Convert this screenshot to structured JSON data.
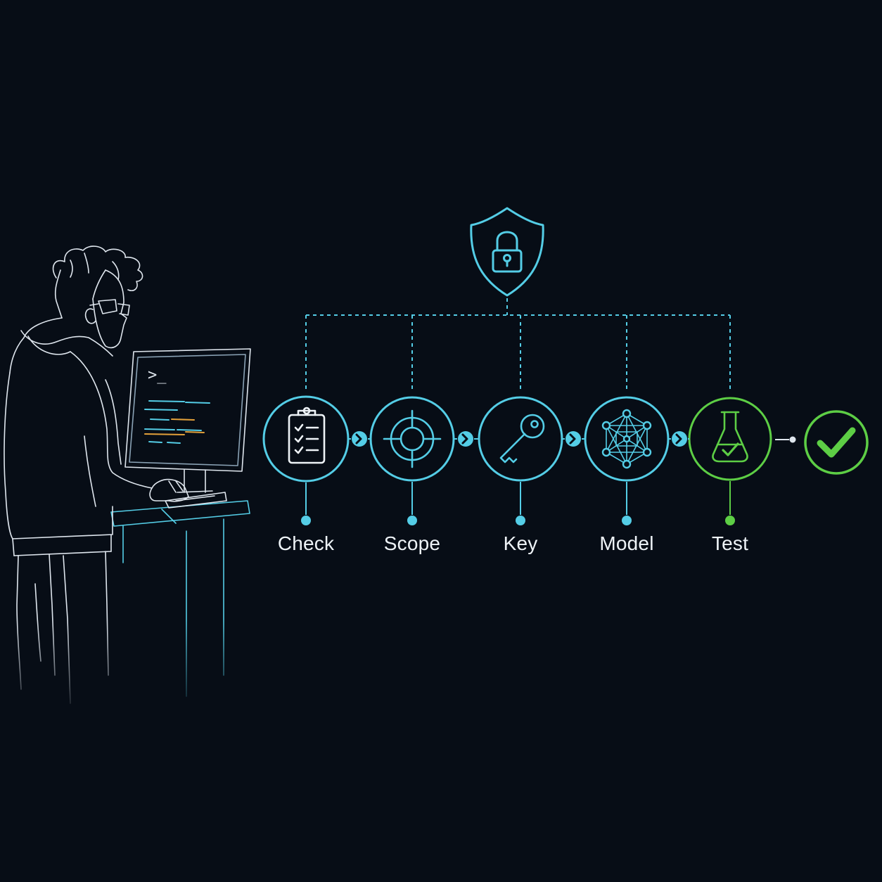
{
  "colors": {
    "background": "#070d16",
    "accent_cyan": "#54cde6",
    "accent_green": "#5dce45",
    "outline_white": "#dfe6ee",
    "code_orange": "#e2a03a",
    "label_text": "#eef3f7"
  },
  "header": {
    "icon": "shield-lock-icon"
  },
  "workstation": {
    "terminal_prompt": ">_",
    "icons": [
      "person-at-computer-illustration",
      "monitor-icon",
      "keyboard-icon"
    ]
  },
  "steps": [
    {
      "label": "Check",
      "icon": "clipboard-checklist-icon",
      "state": "active"
    },
    {
      "label": "Scope",
      "icon": "crosshair-target-icon",
      "state": "active"
    },
    {
      "label": "Key",
      "icon": "key-icon",
      "state": "active"
    },
    {
      "label": "Model",
      "icon": "network-graph-icon",
      "state": "active"
    },
    {
      "label": "Test",
      "icon": "flask-check-icon",
      "state": "complete"
    }
  ],
  "connectors": {
    "icon": "chevron-right-icon"
  },
  "final": {
    "icon": "checkmark-circle-icon",
    "state": "complete"
  }
}
